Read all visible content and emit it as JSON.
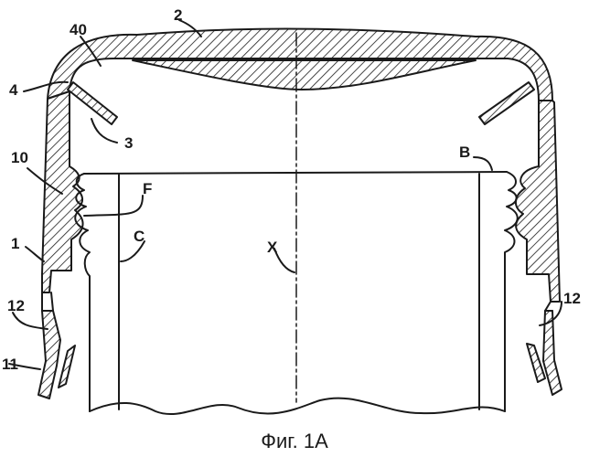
{
  "labels": {
    "cap_top": "2",
    "seal_corner": "40",
    "seal_root": "4",
    "seal_lip": "3",
    "bead": "10",
    "skirt": "1",
    "ring_left": "12",
    "ring_right": "12",
    "band": "11",
    "flange": "F",
    "neck": "C",
    "neck_top": "B",
    "axis": "X"
  },
  "caption": "Фиг. 1A",
  "colors": {
    "ink": "#1a1a1a",
    "paper": "#ffffff"
  }
}
